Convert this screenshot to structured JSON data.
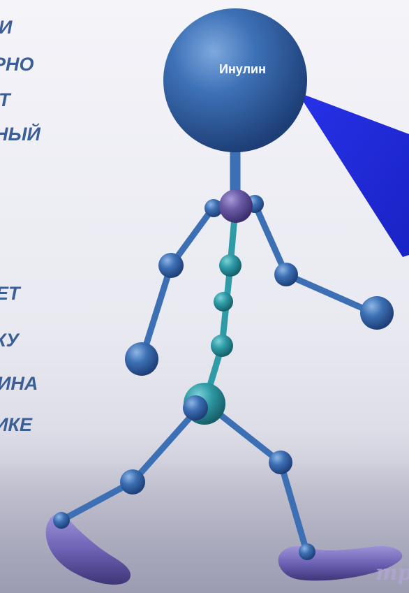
{
  "head_label": "Инулин",
  "left_text": {
    "block1": [
      "И",
      "РНО",
      "Т",
      "НЫЙ"
    ],
    "block2": [
      "ЕТ",
      "КУ",
      "ИНА",
      "ИКЕ"
    ]
  },
  "watermark": "mp",
  "colors": {
    "text": "#3b5f95",
    "figure_blue": "#3c6fb3",
    "figure_teal": "#2f9ba6",
    "figure_purple": "#6a5aa6",
    "feet": "#6d62b4",
    "pointer": "#1f2bdc"
  }
}
